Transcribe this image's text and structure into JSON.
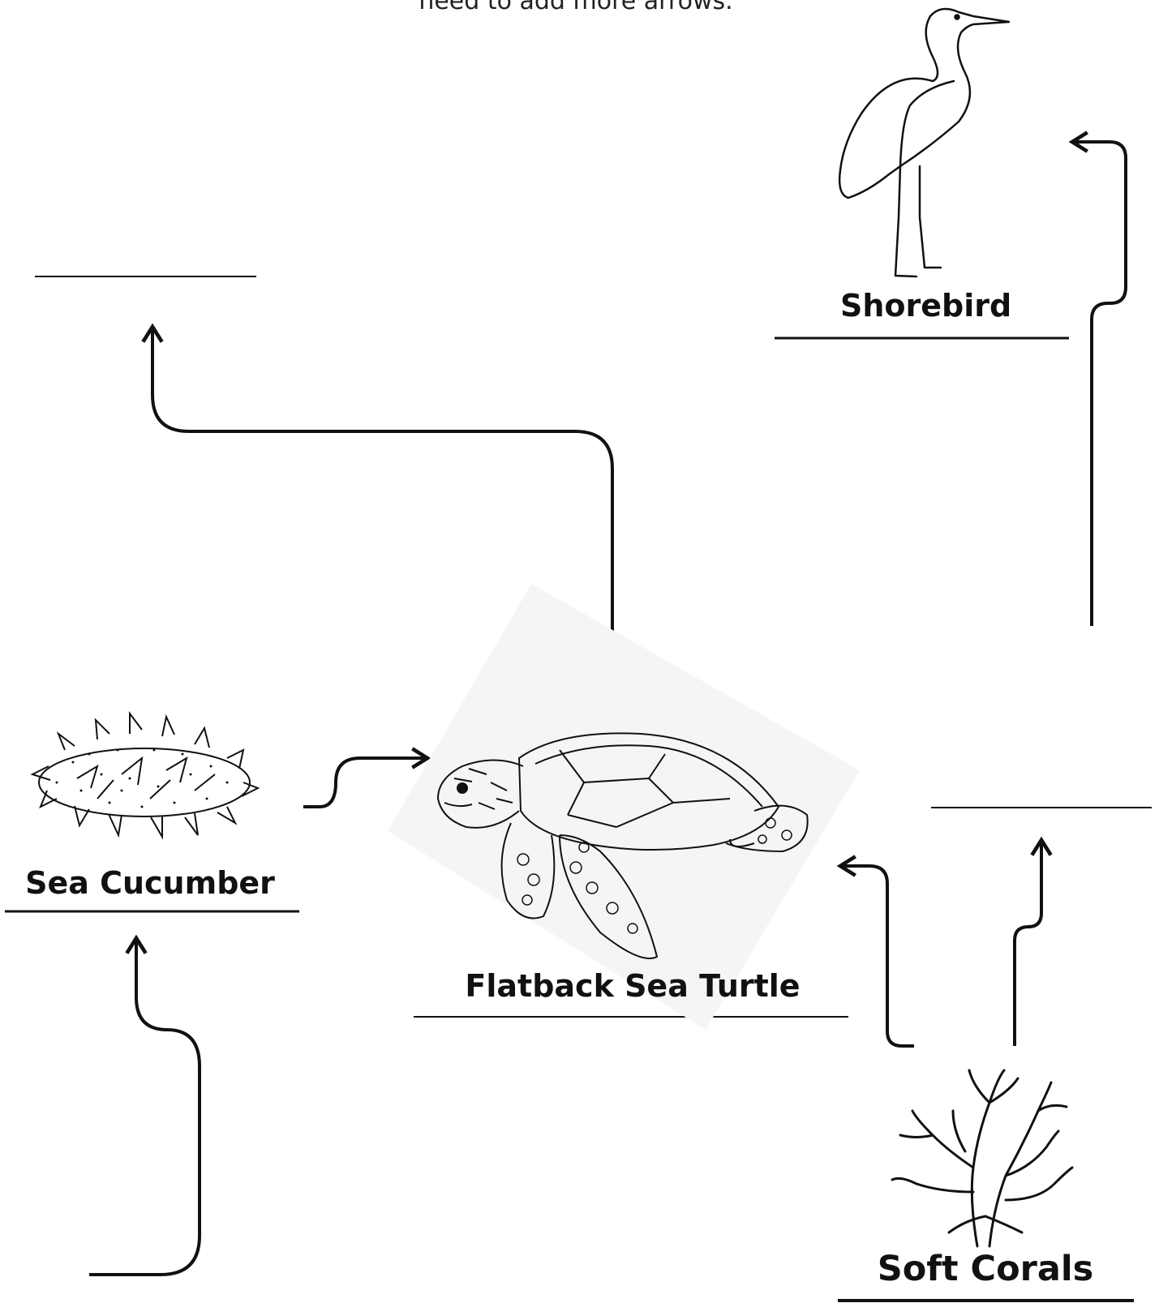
{
  "instruction": "need to add more arrows.",
  "organisms": {
    "shorebird": "Shorebird",
    "sea_cucumber": "Sea Cucumber",
    "turtle": "Flatback Sea Turtle",
    "soft_corals": "Soft Corals"
  }
}
